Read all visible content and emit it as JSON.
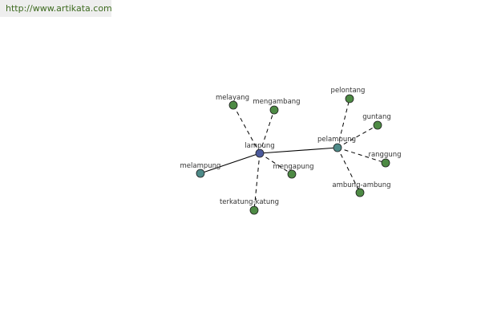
{
  "source_url": "http://www.artikata.com",
  "colors": {
    "center": "#4b5a9c",
    "hub": "#4e8a88",
    "leaf": "#4d8a44",
    "edge": "#000000",
    "url_text": "#3d6a1f"
  },
  "nodes": [
    {
      "id": "lampung",
      "label": "lampung",
      "kind": "center"
    },
    {
      "id": "pelampung",
      "label": "pelampung",
      "kind": "hub"
    },
    {
      "id": "melampung",
      "label": "melampung",
      "kind": "hub"
    },
    {
      "id": "melayang",
      "label": "melayang",
      "kind": "leaf"
    },
    {
      "id": "mengambang",
      "label": "mengambang",
      "kind": "leaf"
    },
    {
      "id": "mengapung",
      "label": "mengapung",
      "kind": "leaf"
    },
    {
      "id": "terkatung-katung",
      "label": "terkatung-katung",
      "kind": "leaf"
    },
    {
      "id": "pelontang",
      "label": "pelontang",
      "kind": "leaf"
    },
    {
      "id": "guntang",
      "label": "guntang",
      "kind": "leaf"
    },
    {
      "id": "ranggung",
      "label": "ranggung",
      "kind": "leaf"
    },
    {
      "id": "ambung-ambung",
      "label": "ambung-ambung",
      "kind": "leaf"
    }
  ],
  "edges": [
    {
      "from": "lampung",
      "to": "pelampung",
      "style": "solid"
    },
    {
      "from": "lampung",
      "to": "melampung",
      "style": "solid"
    },
    {
      "from": "lampung",
      "to": "melayang",
      "style": "dashed"
    },
    {
      "from": "lampung",
      "to": "mengambang",
      "style": "dashed"
    },
    {
      "from": "lampung",
      "to": "mengapung",
      "style": "dashed"
    },
    {
      "from": "lampung",
      "to": "terkatung-katung",
      "style": "dashed"
    },
    {
      "from": "pelampung",
      "to": "pelontang",
      "style": "dashed"
    },
    {
      "from": "pelampung",
      "to": "guntang",
      "style": "dashed"
    },
    {
      "from": "pelampung",
      "to": "ranggung",
      "style": "dashed"
    },
    {
      "from": "pelampung",
      "to": "ambung-ambung",
      "style": "dashed"
    }
  ]
}
